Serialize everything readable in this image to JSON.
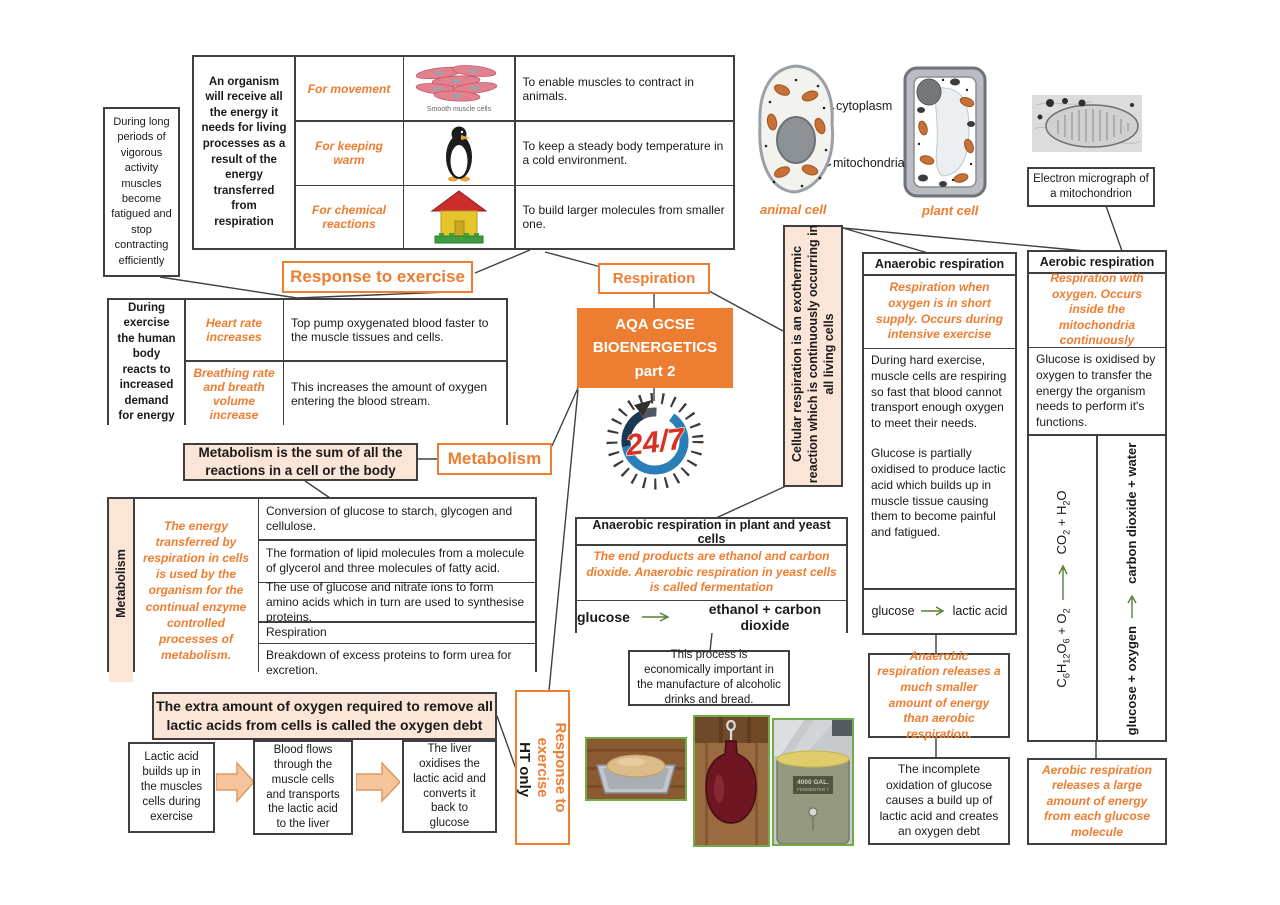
{
  "colors": {
    "accent_orange": "#ED7D31",
    "peach_fill": "#FBE5D6",
    "block_arrow_fill": "#F5C49C",
    "equation_green": "#538135",
    "line_gray": "#404040"
  },
  "fatigue": "During long periods of vigorous activity muscles become fatigued and stop contracting efficiently",
  "energy_table": {
    "intro": "An organism will receive all the energy it needs for living processes as a result of the energy transferred from respiration",
    "rows": [
      {
        "label": "For movement",
        "caption": "Smooth muscle cells",
        "desc": "To enable muscles to contract in animals."
      },
      {
        "label": "For keeping warm",
        "desc": "To keep a steady body temperature in a cold environment."
      },
      {
        "label": "For chemical reactions",
        "desc": "To build larger molecules from smaller one."
      }
    ]
  },
  "cells": {
    "cytoplasm": "cytoplasm",
    "mitochondria": "mitochondria",
    "animal": "animal cell",
    "plant": "plant cell",
    "micrograph": "Electron micrograph of a mitochondrion"
  },
  "exercise": {
    "heading": "Response to exercise",
    "intro": "During exercise the human body reacts to increased demand for energy",
    "rows": [
      {
        "label": "Heart rate increases",
        "desc": "Top pump oxygenated blood faster to the muscle tissues and cells."
      },
      {
        "label": "Breathing rate and breath volume increase",
        "desc": "This increases the amount of oxygen entering the blood stream."
      }
    ]
  },
  "center": {
    "heading": "Respiration",
    "title_line1": "AQA GCSE",
    "title_line2": "BIOENERGETICS",
    "title_line3": "part 2",
    "clock": "24/7"
  },
  "cellular_note": "Cellular respiration is an exothermic reaction which is continuously occurring in all living cells",
  "anaerobic": {
    "header": "Anaerobic respiration",
    "summary": "Respiration when oxygen is in short supply. Occurs during intensive exercise",
    "body1": "During hard exercise, muscle cells are respiring so fast that blood cannot transport enough oxygen to meet their needs.",
    "body2": "Glucose is partially oxidised to produce lactic acid which builds up in muscle tissue causing them to become painful and fatigued.",
    "eq_left": "glucose",
    "eq_right": "lactic acid",
    "energy_note": "Anaerobic respiration releases a much smaller amount of energy than aerobic respiration.",
    "debt_note": "The incomplete oxidation of glucose causes a build up of lactic acid and creates an oxygen debt"
  },
  "aerobic": {
    "header": "Aerobic respiration",
    "summary": "Respiration with oxygen. Occurs inside the mitochondria continuously",
    "body": "Glucose is oxidised by oxygen to transfer the energy the organism needs to perform it's functions.",
    "chem_left": "C6H12O6  +  O2",
    "chem_right": "CO2  +  H2O",
    "word_left": "glucose + oxygen",
    "word_right": "carbon dioxide + water",
    "energy_note": "Aerobic respiration releases a large amount of energy from each glucose molecule"
  },
  "metabolism": {
    "statement": "Metabolism is the sum of all the reactions in a cell or the body",
    "heading": "Metabolism",
    "side_label": "Metabolism",
    "summary": "The energy transferred by respiration in cells is used by the organism for the continual enzyme controlled processes of metabolism.",
    "rows": [
      "Conversion of glucose to starch, glycogen and cellulose.",
      "The formation of lipid molecules from a molecule of glycerol and three molecules of fatty acid.",
      "The use of glucose and nitrate ions to form amino acids which in turn are used to synthesise proteins.",
      "Respiration",
      "Breakdown of excess proteins to form urea for excretion."
    ]
  },
  "oxygen_debt": {
    "statement": "The extra amount of oxygen required to remove all lactic acids from cells is called the oxygen debt",
    "steps": [
      "Lactic acid builds up in the muscles cells during exercise",
      "Blood flows through the muscle cells and transports the lactic acid to the liver",
      "The liver oxidises the lactic acid and converts it back to glucose"
    ],
    "ht_orange": "Response to exercise",
    "ht_black": "HT only"
  },
  "yeast": {
    "header": "Anaerobic respiration in plant and yeast cells",
    "summary": "The end products are ethanol and carbon dioxide. Anaerobic respiration in yeast cells is called fermentation",
    "eq_left": "glucose",
    "eq_right": "ethanol + carbon dioxide",
    "note": "This process is economically important in the manufacture of alcoholic drinks and bread.",
    "fermenter_line1": "4000 GAL.",
    "fermenter_line2": "FERMENTER 7"
  }
}
